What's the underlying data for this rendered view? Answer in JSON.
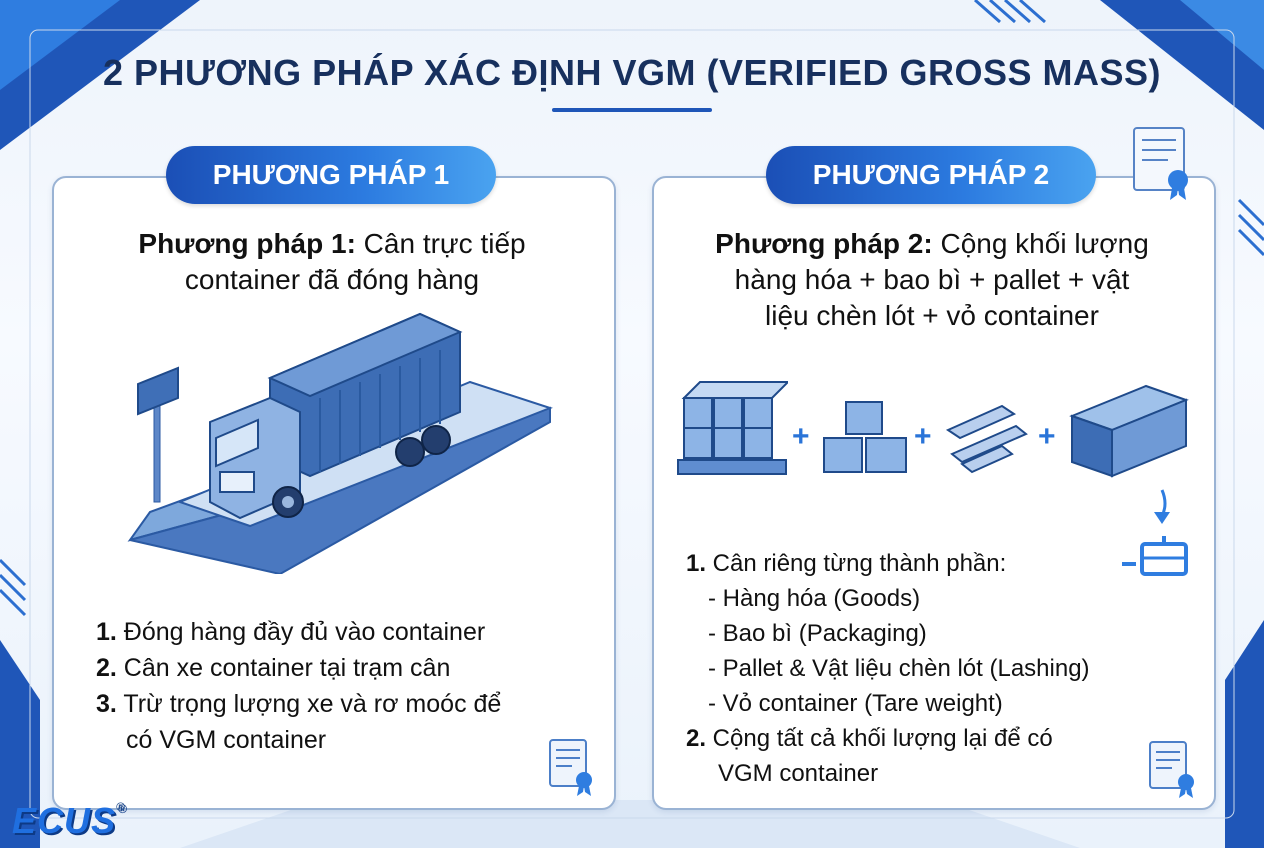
{
  "title": "2 PHƯƠNG PHÁP XÁC ĐỊNH VGM (VERIFIED GROSS MASS)",
  "method1": {
    "pill": "PHƯƠNG PHÁP 1",
    "heading_bold": "Phương pháp 1:",
    "heading_line1": " Cân trực tiếp",
    "heading_line2": "container đã đóng hàng",
    "steps": [
      {
        "num": "1.",
        "text": " Đóng hàng đầy đủ vào container"
      },
      {
        "num": "2.",
        "text": " Cân xe container tại trạm cân"
      },
      {
        "num": "3.",
        "text": " Trừ trọng lượng xe và rơ moóc để"
      },
      {
        "num": "",
        "text": "có VGM container"
      }
    ]
  },
  "method2": {
    "pill": "PHƯƠNG PHÁP 2",
    "heading_bold": "Phương pháp 2:",
    "heading_line1": " Cộng khối lượng",
    "heading_line2": "hàng hóa + bao bì + pallet + vật",
    "heading_line3": "liệu chèn lót + vỏ container",
    "plus_sign": "+",
    "step1_num": "1.",
    "step1_text": " Cân riêng từng thành phần:",
    "components": [
      "- Hàng hóa (Goods)",
      "- Bao bì (Packaging)",
      "- Pallet & Vật liệu chèn lót (Lashing)",
      "- Vỏ container (Tare weight)"
    ],
    "step2_num": "2.",
    "step2_text": " Cộng tất cả khối lượng lại để có",
    "step2_cont": "VGM container"
  },
  "logo": {
    "text": "ECUS",
    "mark": "®"
  },
  "icons": [
    "certificate-icon",
    "truck-on-scale-icon",
    "pallet-boxes-icon",
    "boxes-icon",
    "lashing-wood-icon",
    "container-icon",
    "scale-icon"
  ],
  "colors": {
    "accent": "#1f56b8",
    "title": "#17305e",
    "border": "#9ab3d4"
  }
}
